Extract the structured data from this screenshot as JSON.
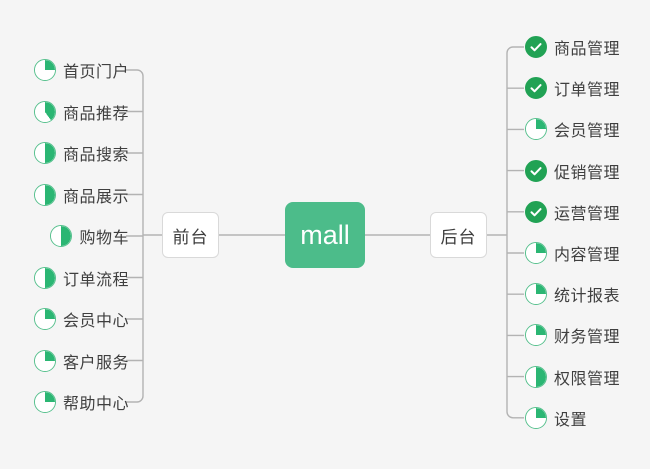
{
  "canvas": {
    "background_color": "#f5f5f5",
    "accent_color": "#4cbc8a",
    "pie_color": "#2bb673",
    "done_color": "#21a254",
    "connector_color": "#b3b3b3"
  },
  "root": {
    "label": "mall",
    "color": "#4cbc8a"
  },
  "branches": {
    "frontend": {
      "label": "前台",
      "side": "left",
      "items": [
        {
          "label": "首页门户",
          "status": "in-progress",
          "progress": 25
        },
        {
          "label": "商品推荐",
          "status": "in-progress",
          "progress": 40
        },
        {
          "label": "商品搜索",
          "status": "in-progress",
          "progress": 50
        },
        {
          "label": "商品展示",
          "status": "in-progress",
          "progress": 50
        },
        {
          "label": "购物车",
          "status": "in-progress",
          "progress": 50
        },
        {
          "label": "订单流程",
          "status": "in-progress",
          "progress": 50
        },
        {
          "label": "会员中心",
          "status": "in-progress",
          "progress": 25
        },
        {
          "label": "客户服务",
          "status": "in-progress",
          "progress": 25
        },
        {
          "label": "帮助中心",
          "status": "in-progress",
          "progress": 25
        }
      ]
    },
    "backend": {
      "label": "后台",
      "side": "right",
      "items": [
        {
          "label": "商品管理",
          "status": "done",
          "progress": 100
        },
        {
          "label": "订单管理",
          "status": "done",
          "progress": 100
        },
        {
          "label": "会员管理",
          "status": "in-progress",
          "progress": 25
        },
        {
          "label": "促销管理",
          "status": "done",
          "progress": 100
        },
        {
          "label": "运营管理",
          "status": "done",
          "progress": 100
        },
        {
          "label": "内容管理",
          "status": "in-progress",
          "progress": 25
        },
        {
          "label": "统计报表",
          "status": "in-progress",
          "progress": 25
        },
        {
          "label": "财务管理",
          "status": "in-progress",
          "progress": 25
        },
        {
          "label": "权限管理",
          "status": "in-progress",
          "progress": 50
        },
        {
          "label": "设置",
          "status": "in-progress",
          "progress": 25
        }
      ]
    }
  },
  "icons": {
    "pie": "pie-progress-icon",
    "done": "check-circle-icon"
  }
}
